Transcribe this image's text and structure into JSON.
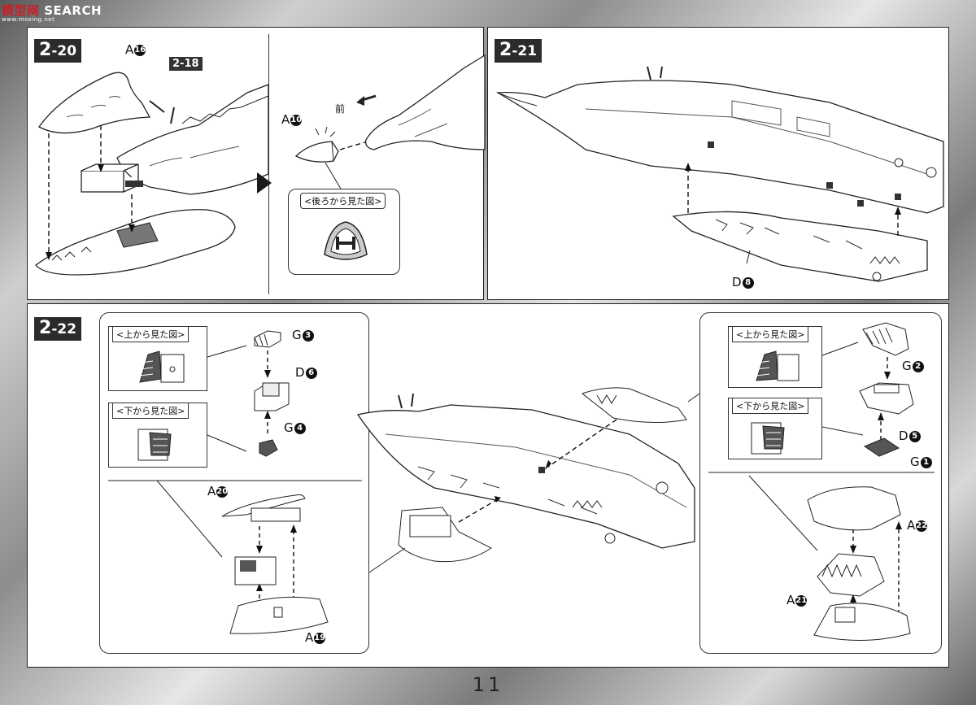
{
  "watermark": {
    "main": "模型网",
    "brand": "SEARCH",
    "sub": "www.moxing.net"
  },
  "steps": {
    "s1": "2",
    "s1n": "-20",
    "s2": "2",
    "s2n": "-21",
    "s3": "2",
    "s3n": "-22"
  },
  "step20": {
    "part_a": "A",
    "part_a_num": "16",
    "ref": "2-18",
    "part_nose": "A",
    "part_nose_num": "10",
    "front": "前",
    "rear_view": "<後ろから見た図>"
  },
  "step21": {
    "part": "D",
    "part_num": "8"
  },
  "step22": {
    "left": {
      "top_view": "<上から見た図>",
      "bottom_view": "<下から見た図>",
      "g3": "G",
      "g3_num": "3",
      "d6": "D",
      "d6_num": "6",
      "g4": "G",
      "g4_num": "4",
      "a20": "A",
      "a20_num": "20",
      "a19": "A",
      "a19_num": "19"
    },
    "right": {
      "top_view": "<上から見た図>",
      "bottom_view": "<下から見た図>",
      "g2": "G",
      "g2_num": "2",
      "d5": "D",
      "d5_num": "5",
      "g1": "G",
      "g1_num": "1",
      "a22": "A",
      "a22_num": "22",
      "a21": "A",
      "a21_num": "21"
    }
  },
  "page_number": "11"
}
